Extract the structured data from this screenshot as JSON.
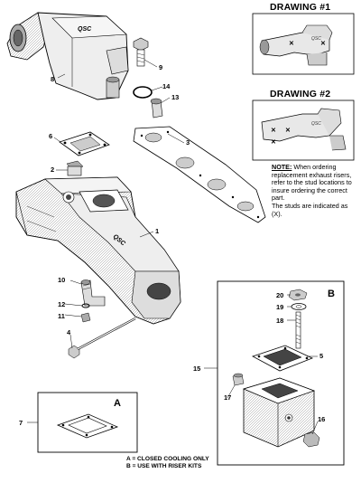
{
  "drawings": [
    {
      "title": "DRAWING #1"
    },
    {
      "title": "DRAWING #2"
    }
  ],
  "note": {
    "heading": "NOTE:",
    "text": "When ordering replacement exhaust risers, refer to the stud locations to insure ordering the correct part.",
    "text2": "The studs are indicated as (X)."
  },
  "part_labels": [
    "1",
    "2",
    "3",
    "4",
    "5",
    "6",
    "7",
    "8",
    "9",
    "10",
    "11",
    "12",
    "13",
    "14",
    "15",
    "16",
    "17",
    "18",
    "19",
    "20"
  ],
  "kit_boxes": {
    "a": "A",
    "b": "B"
  },
  "legend": {
    "a": "A = CLOSED COOLING ONLY",
    "b": "B = USE WITH RISER KITS"
  }
}
